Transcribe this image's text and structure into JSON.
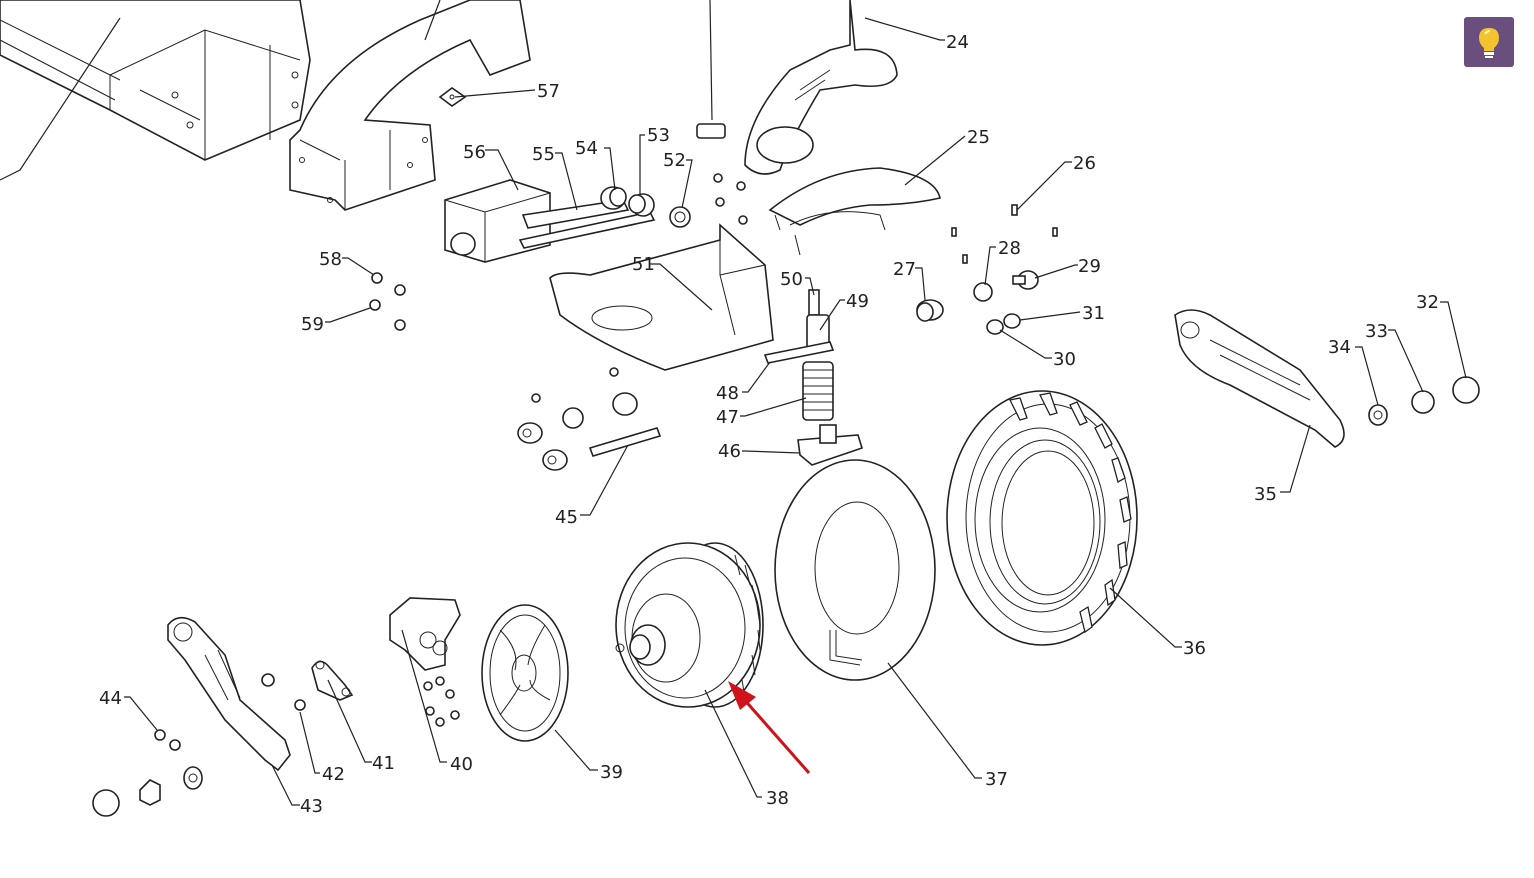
{
  "labels": {
    "l24": "24",
    "l25": "25",
    "l26": "26",
    "l27": "27",
    "l28": "28",
    "l29": "29",
    "l30": "30",
    "l31": "31",
    "l32": "32",
    "l33": "33",
    "l34": "34",
    "l35": "35",
    "l36": "36",
    "l37": "37",
    "l38": "38",
    "l39": "39",
    "l40": "40",
    "l41": "41",
    "l42": "42",
    "l43": "43",
    "l44": "44",
    "l45": "45",
    "l46": "46",
    "l47": "47",
    "l48": "48",
    "l49": "49",
    "l50": "50",
    "l51": "51",
    "l52": "52",
    "l53": "53",
    "l54": "54",
    "l55": "55",
    "l56": "56",
    "l57": "57",
    "l58": "58",
    "l59": "59"
  },
  "highlight": {
    "target_label": "38",
    "arrow_color": "#d0121b"
  },
  "hint_button": {
    "icon": "lightbulb-icon",
    "color": "#6a4e7e"
  }
}
